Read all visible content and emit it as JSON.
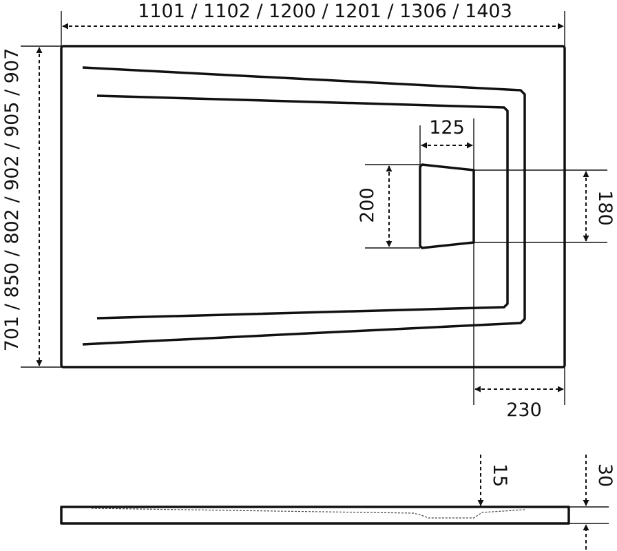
{
  "dimensions": {
    "length_sizes": "1101 / 1102 / 1200 / 1201 / 1306 / 1403",
    "width_sizes": "701 / 850 / 802 / 902 / 905 / 907",
    "drain_width": "125",
    "drain_height_outer": "200",
    "drain_height_inner": "180",
    "drain_offset": "230",
    "slope_depth": "15",
    "thickness": "30"
  }
}
